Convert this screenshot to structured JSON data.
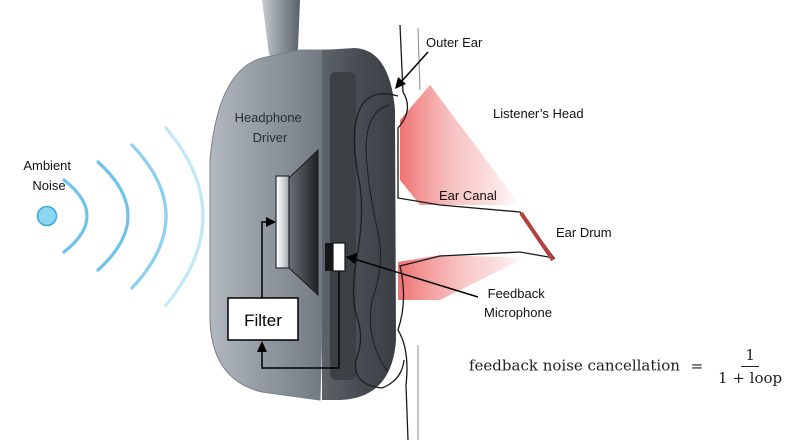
{
  "labels": {
    "ambient_noise": [
      "Ambient",
      "Noise"
    ],
    "headphone_driver": [
      "Headphone",
      "Driver"
    ],
    "outer_ear": "Outer Ear",
    "listeners_head": "Listener’s Head",
    "ear_canal": "Ear Canal",
    "ear_drum": "Ear Drum",
    "feedback_microphone": [
      "Feedback",
      "Microphone"
    ],
    "filter": "Filter"
  },
  "formula": {
    "lhs": "feedback noise cancellation",
    "equals": "=",
    "numerator": "1",
    "denominator": "1 + loop"
  },
  "colors": {
    "sound_waves": "#6fc3e8",
    "noise_dot": "#8dd6f5",
    "earcup_dark": "#4a5056",
    "earcup_shell": "#8e949c",
    "ear_canal_glow": "#ee6a6a",
    "ear_drum": "#b34040"
  }
}
